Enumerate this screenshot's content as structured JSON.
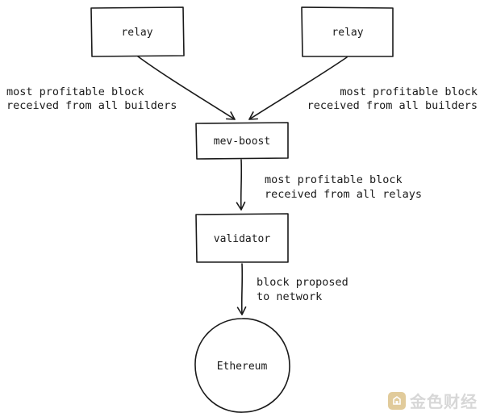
{
  "nodes": {
    "relay_left": {
      "label": "relay"
    },
    "relay_right": {
      "label": "relay"
    },
    "mev_boost": {
      "label": "mev-boost"
    },
    "validator": {
      "label": "validator"
    },
    "ethereum": {
      "label": "Ethereum"
    }
  },
  "edges": {
    "relay_left_to_mev": {
      "label_lines": [
        "most profitable block",
        "received from all builders"
      ]
    },
    "relay_right_to_mev": {
      "label_lines": [
        "most profitable block",
        "received from all builders"
      ]
    },
    "mev_to_validator": {
      "label_lines": [
        "most profitable block",
        "received from all relays"
      ]
    },
    "validator_to_ethereum": {
      "label_lines": [
        "block proposed",
        "to network"
      ]
    }
  },
  "watermark": {
    "text": "金色财经",
    "logo": "jinse-logo"
  },
  "colors": {
    "ink": "#1a1a1a",
    "background": "#ffffff",
    "logo_gold": "#c9a24a"
  }
}
